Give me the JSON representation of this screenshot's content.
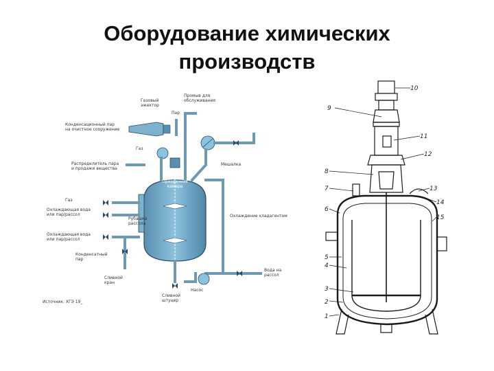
{
  "title": {
    "line1": "Оборудование химических",
    "line2": "производств"
  },
  "left_diagram": {
    "labels": {
      "top_left": [
        "Газовый",
        "эжектор"
      ],
      "top_right": [
        "Промыв для",
        "обслуживания"
      ],
      "par": "Пар",
      "condenser_line": [
        "Конденсационный пар",
        "на очистное сооружение"
      ],
      "gas": "Газ",
      "distributor": [
        "Распределитель пара",
        "и продажи вещества"
      ],
      "mixer": "Мешалка",
      "reactor": [
        "Прозрачная",
        "камера"
      ],
      "gas2": "Газ",
      "feed1": [
        "Охлаждающая вода",
        "или пар/рассол"
      ],
      "jacket": [
        "Рубашка",
        "рассола"
      ],
      "feed2": [
        "Охлаждающая вода",
        "или пар/рассол"
      ],
      "heat_coil": [
        "Конденсатный",
        "пар"
      ],
      "outlet": [
        "Сливной",
        "кран"
      ],
      "drain_line": "Охлаждение хладагентом",
      "pump": "Насос",
      "to_storage": [
        "Вода на",
        "рассол"
      ],
      "bottom_valve": [
        "Сливной",
        "штуцер"
      ],
      "note": "Источник: ХГЭ 19_"
    }
  },
  "right_diagram": {
    "numbers": [
      "1",
      "2",
      "3",
      "4",
      "5",
      "6",
      "7",
      "8",
      "9",
      "10",
      "11",
      "12",
      "13",
      "14",
      "15"
    ]
  },
  "colors": {
    "vessel": "#4f86a8",
    "vessel_light": "#8cc2dd",
    "pipe": "#6e99b4",
    "line": "#2b4a60",
    "drawing": "#1a1a1a"
  }
}
